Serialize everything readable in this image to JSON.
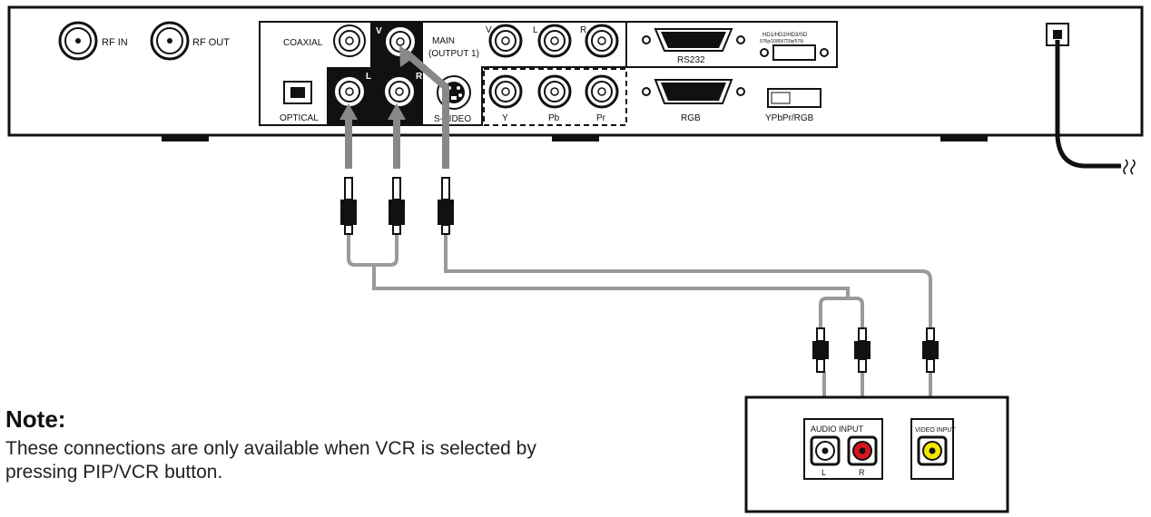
{
  "receiver_panel": {
    "rf_in": "RF IN",
    "rf_out": "RF OUT",
    "coaxial": "COAXIAL",
    "optical": "OPTICAL",
    "v": "V",
    "l_audio": "L",
    "r_audio": "R",
    "main_line1": "MAIN",
    "main_line2": "(OUTPUT 1)",
    "svideo": "S-VIDEO",
    "top_v": "V",
    "top_l": "L",
    "top_r": "R",
    "y": "Y",
    "pb": "Pb",
    "pr": "Pr",
    "rs232": "RS232",
    "rgb": "RGB",
    "hd_line1": "HD1/HD2/HD3/SD",
    "hd_line2": "576p/1080i/720p/576i",
    "ypbpr_rgb": "YPbPr/RGB"
  },
  "vcr_panel": {
    "audio_input": "AUDIO INPUT",
    "video_input": "VIDEO INPUT",
    "l": "L",
    "r": "R"
  },
  "note": {
    "title": "Note:",
    "body_line1": "These connections are only available when VCR is selected by",
    "body_line2": "pressing PIP/VCR button."
  },
  "colors": {
    "outline": "#111111",
    "cable": "#9a9a9a",
    "plug_body": "#111111",
    "jack_red": "#d8141e",
    "jack_yellow": "#f3e600",
    "jack_white": "#ffffff"
  }
}
